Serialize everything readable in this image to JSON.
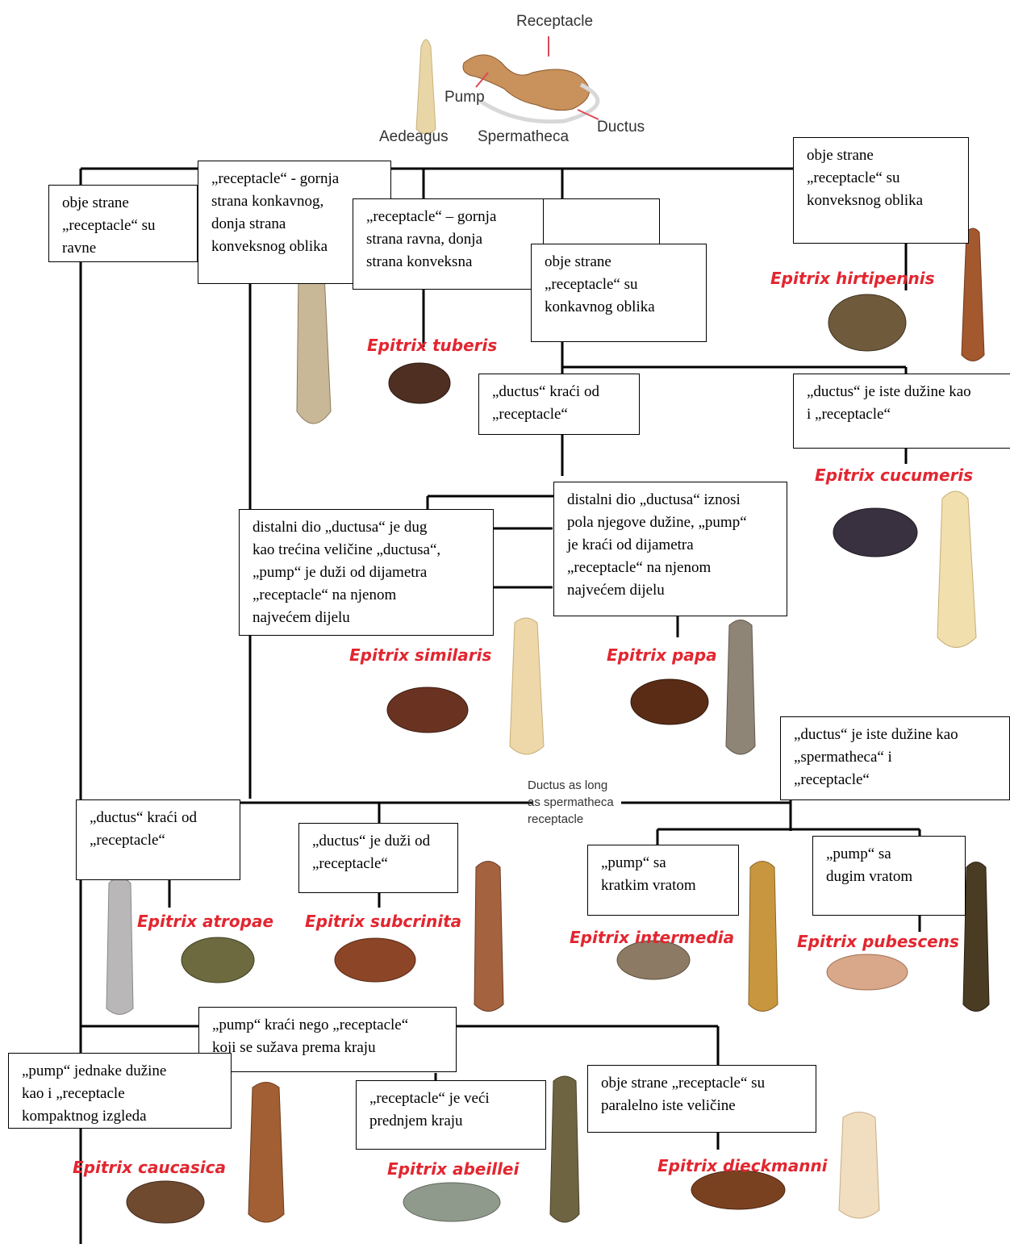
{
  "header_labels": {
    "receptacle": "Receptacle",
    "pump": "Pump",
    "aedeagus": "Aedeagus",
    "spermatheca": "Spermatheca",
    "ductus": "Ductus"
  },
  "middle_note": "Ductus as long\nas spermatheca\nreceptacle",
  "boxes": {
    "flat_both": "obje strane\n„receptacle“ su\nravne",
    "concave_convex": "„receptacle“ - gornja\nstrana konkavnog,\ndonja strana\nkonveksnog oblika",
    "flat_convex": "„receptacle“ – gornja\nstrana ravna, donja\nstrana konveksna",
    "concave_both": "obje strane\n„receptacle“ su\nkonkavnog oblika",
    "convex_both": "obje strane\n„receptacle“ su\nkonveksnog oblika",
    "ductus_shorter_top": "„ductus“ kraći od\n„receptacle“",
    "ductus_equal_receptacle": "„ductus“ je iste dužine kao\ni „receptacle“",
    "distal_third": "distalni dio „ductusa“ je dug\nkao trećina veličine „ductusa“,\n„pump“ je duži od dijametra\n„receptacle“ na njenom\nnajvećem  dijelu",
    "distal_half": "distalni dio „ductusa“ iznosi\npola njegove dužine, „pump“\nje kraći od dijametra\n„receptacle“ na njenom\nnajvećem dijelu",
    "ductus_equal_both": "„ductus“ je iste dužine kao\n„spermatheca“ i\n„receptacle“",
    "ductus_shorter_bottom": "„ductus“ kraći od\n„receptacle“",
    "ductus_longer": "„ductus“ je duži od\n„receptacle“",
    "pump_short_neck": "„pump“ sa\nkratkim vratom",
    "pump_long_neck": "„pump“ sa\ndugim vratom",
    "pump_shorter_receptacle": "„pump“ kraći nego „receptacle“\nkoji se sužava prema kraju",
    "pump_equal": "„pump“ jednake dužine\nkao i „receptacle\nkompaktnog izgleda",
    "receptacle_bigger": "„receptacle“  je veći\nprednjem kraju",
    "sides_parallel": "obje strane „receptacle“ su\nparalelno iste veličine"
  },
  "species": {
    "hirtipennis": "Epitrix hirtipennis",
    "tuberis": "Epitrix tuberis",
    "cucumeris": "Epitrix cucumeris",
    "similaris": "Epitrix similaris",
    "papa": "Epitrix papa",
    "atropae": "Epitrix atropae",
    "subcrinita": "Epitrix subcrinita",
    "intermedia": "Epitrix intermedia",
    "pubescens": "Epitrix pubescens",
    "caucasica": "Epitrix caucasica",
    "abeillei": "Epitrix abeillei",
    "dieckmanni": "Epitrix dieckmanni"
  },
  "colors": {
    "label_red": "#e22630",
    "line": "#000000",
    "aedeagus_light": "#e9d6a6",
    "spermatheca_brown": "#7a3b20"
  }
}
